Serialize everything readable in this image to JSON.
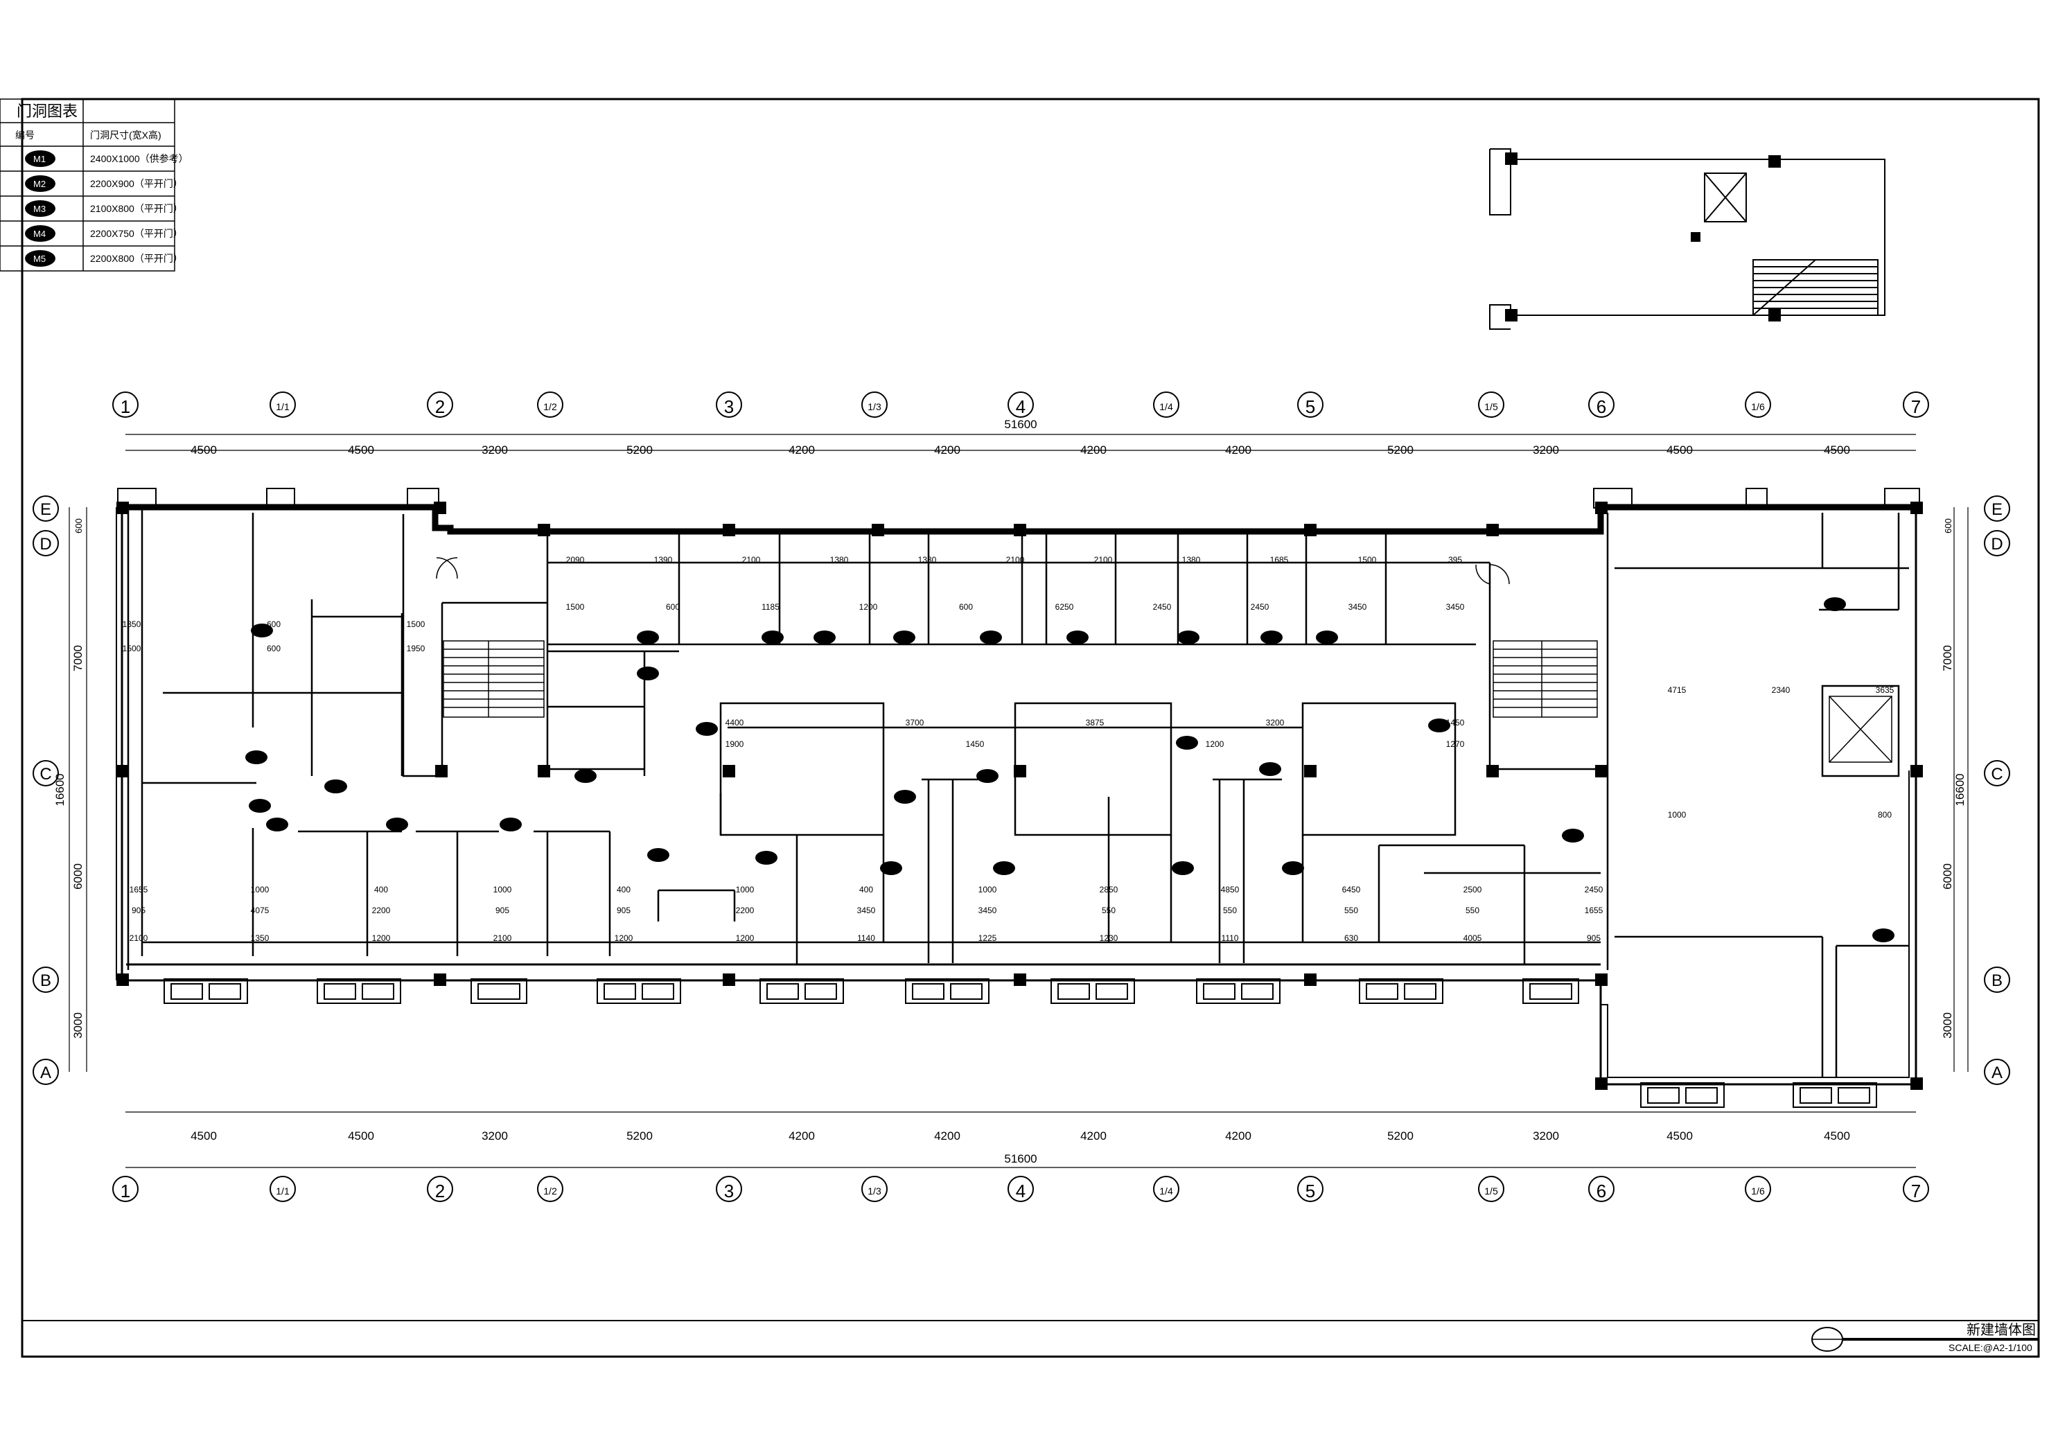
{
  "drawing": {
    "title": "新建墙体图",
    "scale": "SCALE:@A2-1/100",
    "total_length": "51600",
    "total_depth": "16600"
  },
  "door_schedule": {
    "title": "门洞图表",
    "col_code": "编号",
    "col_size": "门洞尺寸(宽X高)",
    "rows": [
      {
        "code": "M1",
        "size": "2400X1000（供参考）"
      },
      {
        "code": "M2",
        "size": "2200X900（平开门）"
      },
      {
        "code": "M3",
        "size": "2100X800（平开门）"
      },
      {
        "code": "M4",
        "size": "2200X750（平开门）"
      },
      {
        "code": "M5",
        "size": "2200X800（平开门）"
      }
    ]
  },
  "axes": {
    "columns": [
      "1",
      "1/1",
      "2",
      "1/2",
      "3",
      "1/3",
      "4",
      "1/4",
      "5",
      "1/5",
      "6",
      "1/6",
      "7"
    ],
    "rows": [
      "E",
      "D",
      "C",
      "B",
      "A"
    ]
  },
  "spans": {
    "horizontal": [
      "4500",
      "4500",
      "3200",
      "5200",
      "4200",
      "4200",
      "4200",
      "4200",
      "5200",
      "3200",
      "4500",
      "4500"
    ],
    "left_vertical": [
      "600",
      "7000",
      "6000",
      "3000"
    ],
    "right_vertical": [
      "600",
      "7000",
      "6000",
      "3000"
    ]
  },
  "interior_dims": [
    {
      "t": "2090",
      "r": "upper"
    },
    {
      "t": "1390",
      "r": "upper"
    },
    {
      "t": "2100",
      "r": "upper"
    },
    {
      "t": "1380",
      "r": "upper"
    },
    {
      "t": "1380",
      "r": "upper"
    },
    {
      "t": "2100",
      "r": "upper"
    },
    {
      "t": "2100",
      "r": "upper"
    },
    {
      "t": "1380",
      "r": "upper"
    },
    {
      "t": "1685",
      "r": "upper"
    },
    {
      "t": "1500",
      "r": "upper"
    },
    {
      "t": "395",
      "r": "upper"
    },
    {
      "t": "1500",
      "r": "upper"
    },
    {
      "t": "600",
      "r": "upper"
    },
    {
      "t": "1185",
      "r": "upper"
    },
    {
      "t": "1200",
      "r": "upper"
    },
    {
      "t": "600",
      "r": "upper"
    },
    {
      "t": "6250",
      "r": "upper"
    },
    {
      "t": "2450",
      "r": "upper"
    },
    {
      "t": "2450",
      "r": "upper"
    },
    {
      "t": "3450",
      "r": "upper"
    },
    {
      "t": "3450",
      "r": "upper"
    },
    {
      "t": "1350",
      "r": "left"
    },
    {
      "t": "600",
      "r": "left"
    },
    {
      "t": "1500",
      "r": "left"
    },
    {
      "t": "1500",
      "r": "left"
    },
    {
      "t": "600",
      "r": "left"
    },
    {
      "t": "1950",
      "r": "left"
    },
    {
      "t": "4400",
      "r": "mid"
    },
    {
      "t": "3700",
      "r": "mid"
    },
    {
      "t": "3875",
      "r": "mid"
    },
    {
      "t": "3200",
      "r": "mid"
    },
    {
      "t": "1450",
      "r": "mid"
    },
    {
      "t": "1900",
      "r": "mid"
    },
    {
      "t": "1450",
      "r": "mid"
    },
    {
      "t": "1200",
      "r": "mid"
    },
    {
      "t": "1270",
      "r": "mid"
    },
    {
      "t": "4715",
      "r": "right"
    },
    {
      "t": "2340",
      "r": "right"
    },
    {
      "t": "3635",
      "r": "right"
    },
    {
      "t": "1000",
      "r": "right"
    },
    {
      "t": "800",
      "r": "right"
    },
    {
      "t": "2100",
      "r": "lower"
    },
    {
      "t": "1350",
      "r": "lower"
    },
    {
      "t": "1200",
      "r": "lower"
    },
    {
      "t": "2100",
      "r": "lower"
    },
    {
      "t": "1200",
      "r": "lower"
    },
    {
      "t": "1200",
      "r": "lower"
    },
    {
      "t": "1140",
      "r": "lower"
    },
    {
      "t": "1225",
      "r": "lower"
    },
    {
      "t": "1230",
      "r": "lower"
    },
    {
      "t": "1110",
      "r": "lower"
    },
    {
      "t": "630",
      "r": "lower"
    },
    {
      "t": "4005",
      "r": "lower"
    },
    {
      "t": "905",
      "r": "lower"
    },
    {
      "t": "905",
      "r": "lower"
    },
    {
      "t": "4075",
      "r": "lower"
    },
    {
      "t": "2200",
      "r": "lower"
    },
    {
      "t": "905",
      "r": "lower"
    },
    {
      "t": "905",
      "r": "lower"
    },
    {
      "t": "2200",
      "r": "lower"
    },
    {
      "t": "3450",
      "r": "lower"
    },
    {
      "t": "3450",
      "r": "lower"
    },
    {
      "t": "550",
      "r": "lower"
    },
    {
      "t": "550",
      "r": "lower"
    },
    {
      "t": "550",
      "r": "lower"
    },
    {
      "t": "550",
      "r": "lower"
    },
    {
      "t": "1655",
      "r": "lower"
    },
    {
      "t": "1655",
      "r": "lower"
    },
    {
      "t": "1000",
      "r": "lower"
    },
    {
      "t": "400",
      "r": "lower"
    },
    {
      "t": "1000",
      "r": "lower"
    },
    {
      "t": "400",
      "r": "lower"
    },
    {
      "t": "1000",
      "r": "lower"
    },
    {
      "t": "400",
      "r": "lower"
    },
    {
      "t": "1000",
      "r": "lower"
    },
    {
      "t": "2850",
      "r": "lower"
    },
    {
      "t": "4850",
      "r": "lower"
    },
    {
      "t": "6450",
      "r": "lower"
    },
    {
      "t": "2500",
      "r": "lower"
    },
    {
      "t": "2450",
      "r": "lower"
    }
  ]
}
